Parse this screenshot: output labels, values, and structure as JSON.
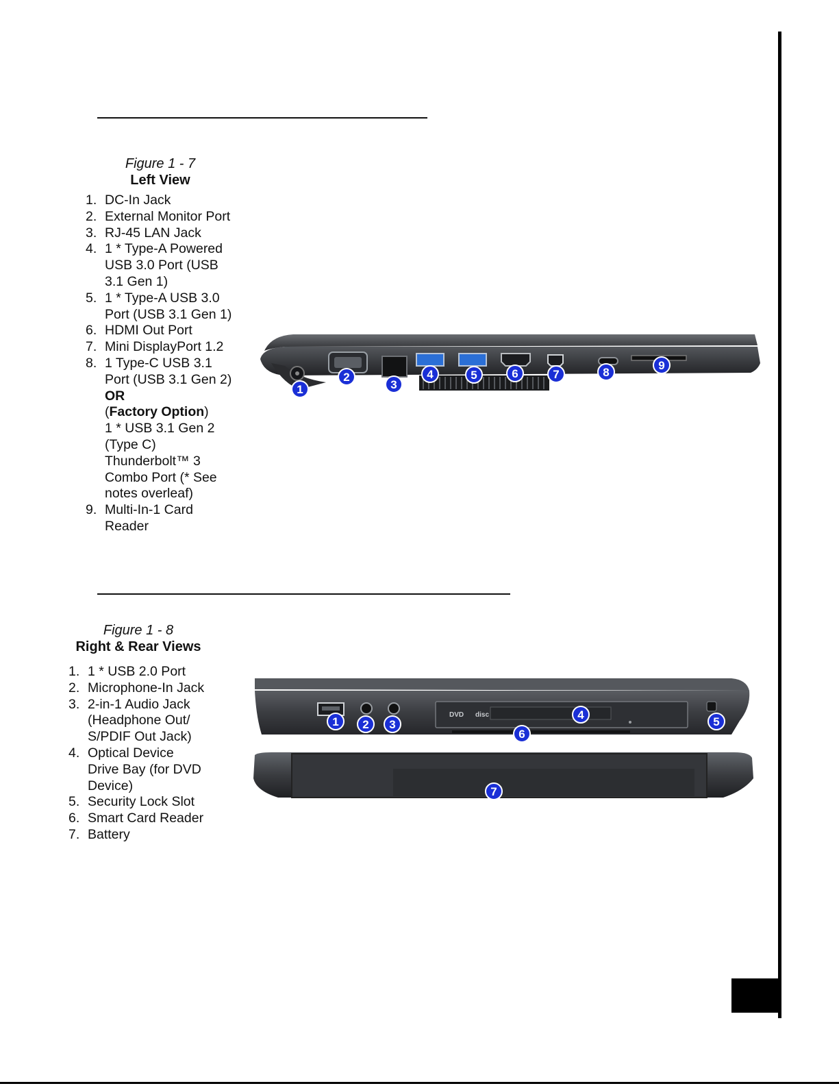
{
  "figure7": {
    "figure_label": "Figure 1 - 7",
    "title": "Left View",
    "items": [
      {
        "num": "1.",
        "lines": [
          {
            "text": "DC-In Jack"
          }
        ]
      },
      {
        "num": "2.",
        "lines": [
          {
            "text": "External Monitor Port"
          }
        ]
      },
      {
        "num": "3.",
        "lines": [
          {
            "text": "RJ-45 LAN Jack"
          }
        ]
      },
      {
        "num": "4.",
        "lines": [
          {
            "text": "1 * Type-A Powered"
          },
          {
            "text": "USB 3.0 Port (USB"
          },
          {
            "text": "3.1 Gen 1)"
          }
        ]
      },
      {
        "num": "5.",
        "lines": [
          {
            "text": "1 * Type-A USB 3.0"
          },
          {
            "text": "Port (USB 3.1 Gen 1)"
          }
        ]
      },
      {
        "num": "6.",
        "lines": [
          {
            "text": "HDMI Out Port"
          }
        ]
      },
      {
        "num": "7.",
        "lines": [
          {
            "text": "Mini DisplayPort 1.2"
          }
        ]
      },
      {
        "num": "8.",
        "lines": [
          {
            "text": "1 Type-C USB 3.1"
          },
          {
            "text": "Port (USB 3.1 Gen 2)"
          },
          {
            "parts": [
              {
                "text": "OR",
                "bold": true
              }
            ]
          },
          {
            "parts": [
              {
                "text": "("
              },
              {
                "text": "Factory Option",
                "bold": true
              },
              {
                "text": ")"
              }
            ]
          },
          {
            "text": "1 * USB 3.1 Gen 2"
          },
          {
            "text": "(Type C)"
          },
          {
            "text": "Thunderbolt™ 3"
          },
          {
            "text": "Combo Port (* See"
          },
          {
            "text": "notes overleaf)"
          }
        ]
      },
      {
        "num": "9.",
        "lines": [
          {
            "text": "Multi-In-1 Card"
          },
          {
            "text": "Reader"
          }
        ]
      }
    ],
    "callouts": [
      "1",
      "2",
      "3",
      "4",
      "5",
      "6",
      "7",
      "8",
      "9"
    ]
  },
  "figure8": {
    "figure_label": "Figure 1 - 8",
    "title": "Right & Rear Views",
    "items": [
      {
        "num": "1.",
        "lines": [
          {
            "text": "1 * USB 2.0 Port"
          }
        ]
      },
      {
        "num": "2.",
        "lines": [
          {
            "text": "Microphone-In Jack"
          }
        ]
      },
      {
        "num": "3.",
        "lines": [
          {
            "text": "2-in-1 Audio Jack"
          },
          {
            "text": "(Headphone Out/"
          },
          {
            "text": "S/PDIF Out Jack)"
          }
        ]
      },
      {
        "num": "4.",
        "lines": [
          {
            "text": "Optical Device"
          },
          {
            "text": "Drive Bay (for DVD"
          },
          {
            "text": "Device)"
          }
        ]
      },
      {
        "num": "5.",
        "lines": [
          {
            "text": "Security Lock Slot"
          }
        ]
      },
      {
        "num": "6.",
        "lines": [
          {
            "text": "Smart Card Reader"
          }
        ]
      },
      {
        "num": "7.",
        "lines": [
          {
            "text": "Battery"
          }
        ]
      }
    ],
    "callouts": [
      "1",
      "2",
      "3",
      "4",
      "5",
      "6",
      "7"
    ],
    "odd_label": "DVD",
    "odd_label_2": "disc"
  },
  "colors": {
    "callout_fill": "#1a2fd6",
    "chassis": "#3a3c40",
    "usb3_blue": "#2b6fd6"
  }
}
